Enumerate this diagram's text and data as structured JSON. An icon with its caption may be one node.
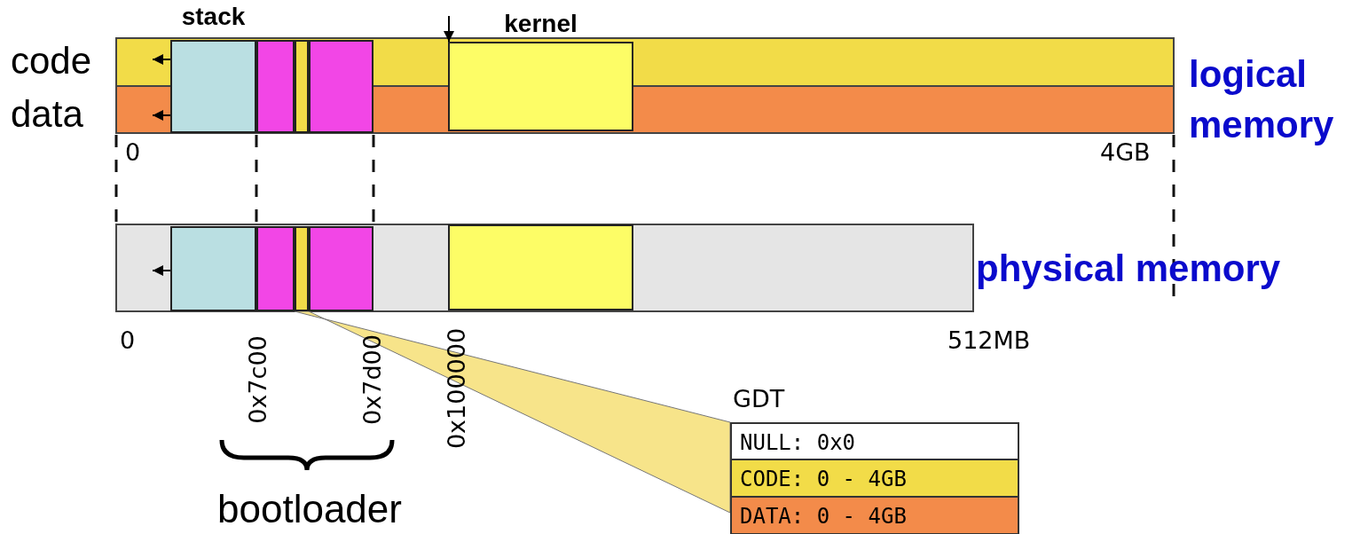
{
  "diagram": {
    "nodes": [
      {
        "text": [
          "stack"
        ]
      },
      {
        "text": [],
        "shape": "box"
      },
      {
        "text": [],
        "shape": "box"
      },
      {
        "text": [],
        "shape": "box"
      },
      {
        "text": [
          "kernel"
        ]
      },
      {
        "text": [],
        "shape": "box"
      },
      {
        "text": [],
        "shape": "box"
      },
      {
        "text": [],
        "shape": "box"
      },
      {
        "text": [],
        "shape": "box"
      },
      {
        "text": [],
        "shape": "box"
      },
      {
        "text": [
          "GDT"
        ]
      },
      {
        "text": [
          "NULL: 0x0"
        ],
        "in": 10
      },
      {
        "text": [
          "CODE: 0 - 4GB"
        ],
        "in": 10
      },
      {
        "text": [
          "DATA: 0 - 4GB"
        ],
        "in": 10
      }
    ],
    "edges": [
      {
        "from": null,
        "to": 4,
        "arrow": "to"
      },
      {
        "from": 7,
        "to": 10,
        "arrow": "none"
      },
      {
        "from": 1,
        "to": 6,
        "arrow": "none",
        "style": "dashed"
      },
      {
        "from": 3,
        "to": 8,
        "arrow": "none",
        "style": "dashed"
      }
    ],
    "labels": [
      "code",
      "data",
      "logical memory",
      "0",
      "4GB",
      "physical memory",
      "0",
      "0x7c00",
      "0x7d00",
      "0x100000",
      "512MB",
      "bootloader"
    ]
  }
}
